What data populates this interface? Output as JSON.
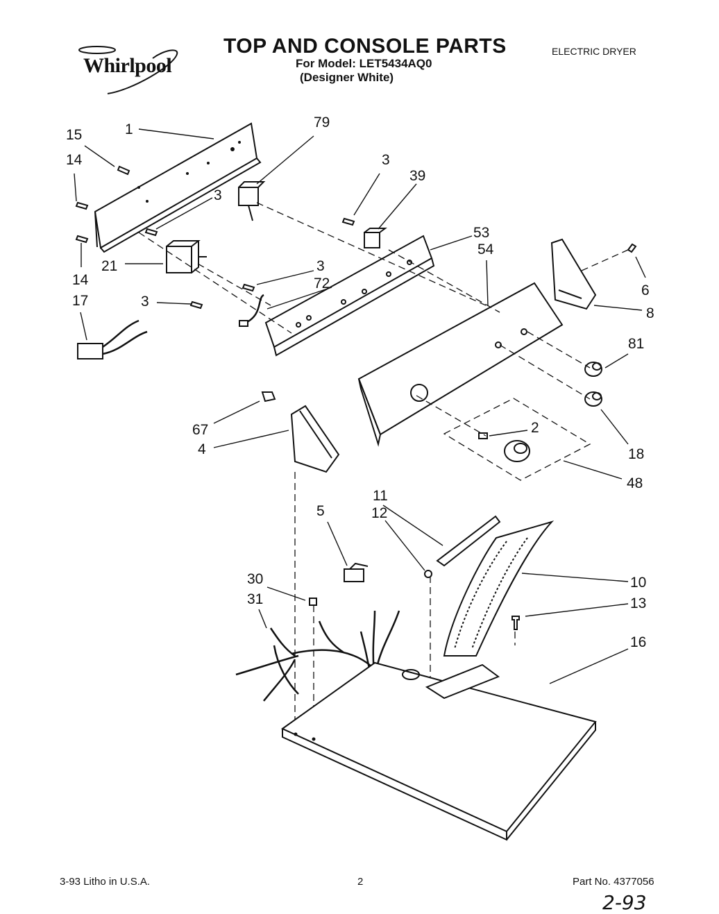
{
  "header": {
    "brand": "Whirlpool",
    "title": "TOP AND CONSOLE PARTS",
    "model_line": "For Model: LET5434AQ0",
    "finish_line": "(Designer White)",
    "appliance": "ELECTRIC DRYER"
  },
  "callouts": [
    {
      "id": "c-1",
      "text": "1"
    },
    {
      "id": "c-15",
      "text": "15"
    },
    {
      "id": "c-14a",
      "text": "14"
    },
    {
      "id": "c-3a",
      "text": "3"
    },
    {
      "id": "c-14b",
      "text": "14"
    },
    {
      "id": "c-21",
      "text": "21"
    },
    {
      "id": "c-79",
      "text": "79"
    },
    {
      "id": "c-3b",
      "text": "3"
    },
    {
      "id": "c-39",
      "text": "39"
    },
    {
      "id": "c-53",
      "text": "53"
    },
    {
      "id": "c-54",
      "text": "54"
    },
    {
      "id": "c-3c",
      "text": "3"
    },
    {
      "id": "c-72",
      "text": "72"
    },
    {
      "id": "c-3d",
      "text": "3"
    },
    {
      "id": "c-17",
      "text": "17"
    },
    {
      "id": "c-6",
      "text": "6"
    },
    {
      "id": "c-8",
      "text": "8"
    },
    {
      "id": "c-81",
      "text": "81"
    },
    {
      "id": "c-18",
      "text": "18"
    },
    {
      "id": "c-2",
      "text": "2"
    },
    {
      "id": "c-48",
      "text": "48"
    },
    {
      "id": "c-67",
      "text": "67"
    },
    {
      "id": "c-4",
      "text": "4"
    },
    {
      "id": "c-5",
      "text": "5"
    },
    {
      "id": "c-11",
      "text": "11"
    },
    {
      "id": "c-12",
      "text": "12"
    },
    {
      "id": "c-10",
      "text": "10"
    },
    {
      "id": "c-13",
      "text": "13"
    },
    {
      "id": "c-30",
      "text": "30"
    },
    {
      "id": "c-31",
      "text": "31"
    },
    {
      "id": "c-16",
      "text": "16"
    }
  ],
  "footer": {
    "litho": "3-93  Litho in U.S.A.",
    "page": "2",
    "part_no": "Part No. 4377056",
    "handwritten": "2-93"
  }
}
